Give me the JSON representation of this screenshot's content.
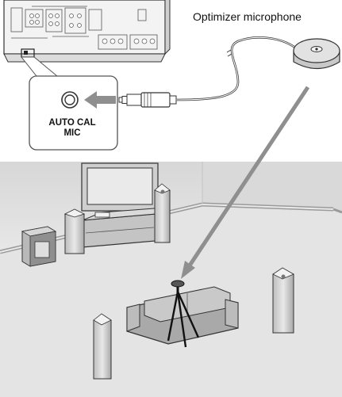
{
  "labels": {
    "microphone": "Optimizer microphone",
    "jack_line1": "AUTO CAL",
    "jack_line2": "MIC"
  },
  "colors": {
    "outline": "#333333",
    "receiver_fill": "#f1f1f1",
    "mic_fill": "#dcdcdc",
    "room_floor": "#e6e6e6",
    "room_wall": "#d2d2d2",
    "speaker": "#d0d0d0",
    "arrow": "#8f8f8f"
  }
}
